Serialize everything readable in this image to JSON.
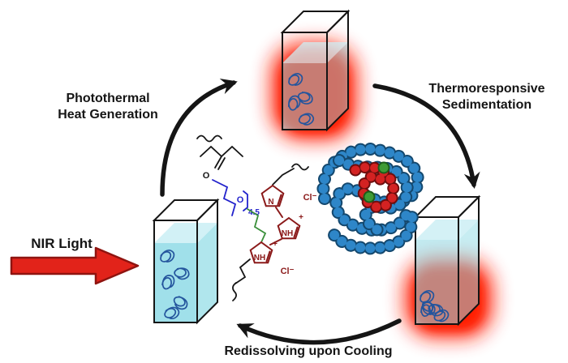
{
  "figure": {
    "type": "reaction-cycle-scheme",
    "description": "Photothermal heating and thermoresponsive sedimentation cycle of a polypyrrole-grafted polymer solution"
  },
  "labels": {
    "photothermal_line1": "Photothermal",
    "photothermal_line2": "Heat Generation",
    "thermoresponsive_line1": "Thermoresponsive",
    "thermoresponsive_line2": "Sedimentation",
    "nir_light": "NIR Light",
    "redissolving": "Redissolving upon Cooling"
  },
  "chemistry": {
    "ester_oxygen": "O",
    "ether_oxygen": "O",
    "peg_repeat_subscript": "4.5",
    "pyrrole_n": "N",
    "pyrrole_nh": "NH",
    "positive_charge": "+",
    "chloride_counterion": "Cl⁻"
  },
  "colors": {
    "glow_red": "#ff1e00",
    "liquid_cyan": "#8fdbe6",
    "liquid_surface": "#cdeff5",
    "molecule_blue": "#24559d",
    "bead_blue": "#2e86c8",
    "bead_blue_dark": "#14486e",
    "bead_red": "#d42222",
    "bead_red_dark": "#6e0e0e",
    "bead_green": "#3f9b35",
    "bead_green_dark": "#1d5c1a",
    "structure_blue": "#2222cc",
    "structure_green": "#3a8f3a",
    "structure_darkred": "#8b1a1a",
    "arrow_black": "#151515",
    "nir_red": "#e2231a",
    "nir_red_dark": "#8f1410"
  }
}
